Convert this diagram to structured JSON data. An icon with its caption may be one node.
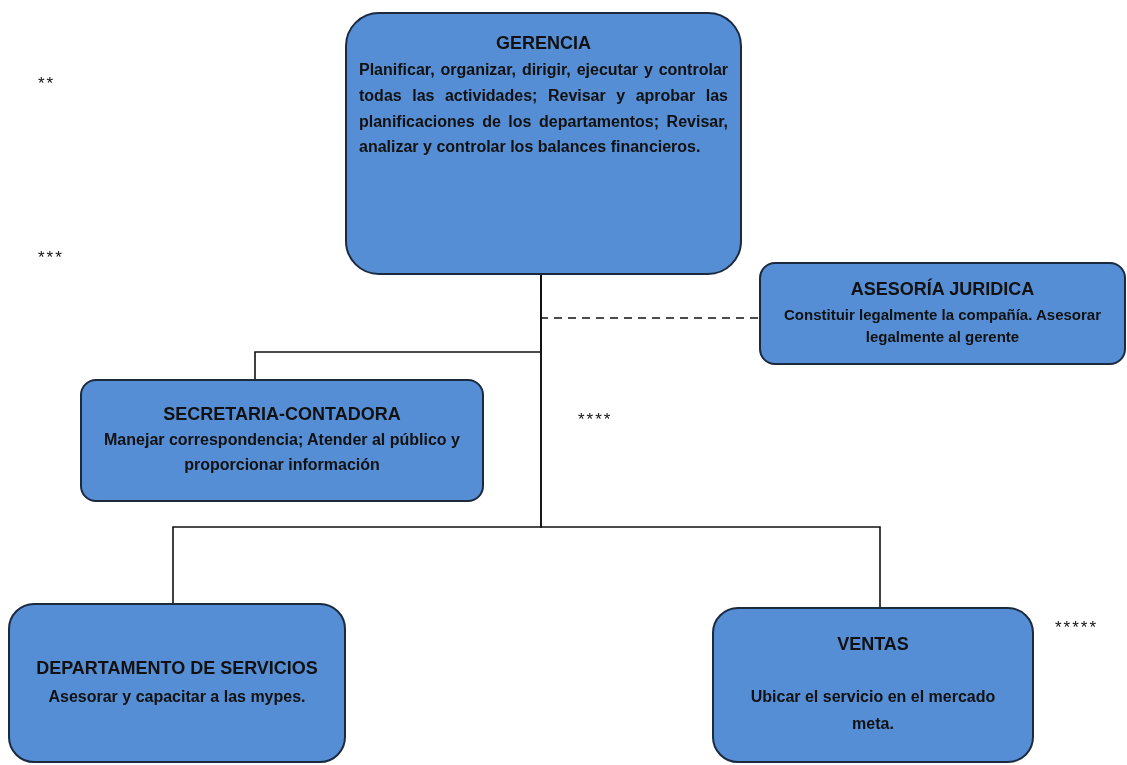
{
  "diagram": {
    "nodes": [
      {
        "text": [
          "GERENCIA",
          "Planificar, organizar, dirigir, ejecutar y controlar todas las actividades; Revisar y aprobar las planificaciones de los departamentos; Revisar, analizar y controlar los balances financieros."
        ]
      },
      {
        "text": [
          "ASESORÍA JURIDICA",
          "Constituir legalmente la compañía. Asesorar legalmente al gerente"
        ]
      },
      {
        "text": [
          "SECRETARIA-CONTADORA",
          "Manejar correspondencia; Atender al público y proporcionar información"
        ]
      },
      {
        "text": [
          "DEPARTAMENTO DE SERVICIOS",
          "Asesorar y capacitar a las mypes."
        ]
      },
      {
        "text": [
          "VENTAS",
          "Ubicar el servicio en el mercado meta."
        ]
      }
    ],
    "edges": [
      {
        "from": 0,
        "to": 1,
        "arrow": "none",
        "style": "dashed"
      },
      {
        "from": 0,
        "to": 2,
        "arrow": "none"
      },
      {
        "from": 0,
        "to": 3,
        "arrow": "none"
      },
      {
        "from": 0,
        "to": 4,
        "arrow": "none"
      }
    ],
    "labels": [
      "**",
      "***",
      "****",
      "*****"
    ]
  }
}
